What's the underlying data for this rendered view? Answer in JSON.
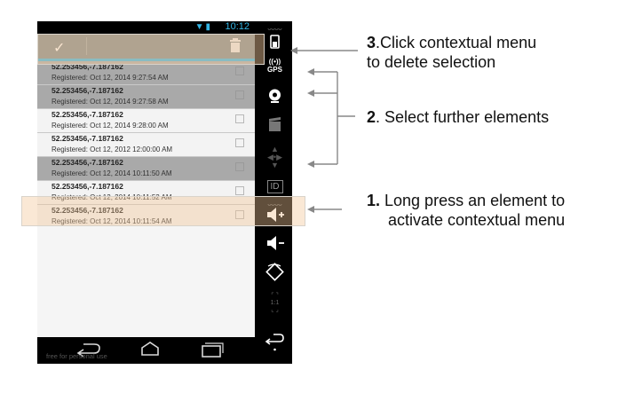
{
  "status": {
    "time": "10:12"
  },
  "list": [
    {
      "title": "52.253456,-7.187162",
      "subtitle": "Registered: Oct 12, 2014 9:27:54 AM",
      "selected": true
    },
    {
      "title": "52.253456,-7.187162",
      "subtitle": "Registered: Oct 12, 2014 9:27:58 AM",
      "selected": true
    },
    {
      "title": "52.253456,-7.187162",
      "subtitle": "Registered: Oct 12, 2014 9:28:00 AM",
      "selected": false
    },
    {
      "title": "52.253456,-7.187162",
      "subtitle": "Registered: Oct 12, 2012 12:00:00 AM",
      "selected": false
    },
    {
      "title": "52.253456,-7.187162",
      "subtitle": "Registered: Oct 12, 2014 10:11:50 AM",
      "selected": true
    },
    {
      "title": "52.253456,-7.187162",
      "subtitle": "Registered: Oct 12, 2014 10:11:52 AM",
      "selected": false
    },
    {
      "title": "52.253456,-7.187162",
      "subtitle": "Registered: Oct 12, 2014 10:11:54 AM",
      "selected": false
    }
  ],
  "sidebar": {
    "gps_label": "GPS",
    "id_label": "ID",
    "ratio_label": "1:1"
  },
  "watermark": "free for personal use",
  "annotations": {
    "step3_num": "3",
    "step3_line1": ".Click contextual menu",
    "step3_line2": "to delete selection",
    "step2_num": "2",
    "step2_text": ". Select further elements",
    "step1_num": "1.",
    "step1_line1": " Long press an element to",
    "step1_line2": "activate contextual menu"
  },
  "colors": {
    "accent": "#33b5e5",
    "action_bar": "#7b878a",
    "selected_row": "#a9a9a9",
    "highlight": "#f2c597"
  }
}
